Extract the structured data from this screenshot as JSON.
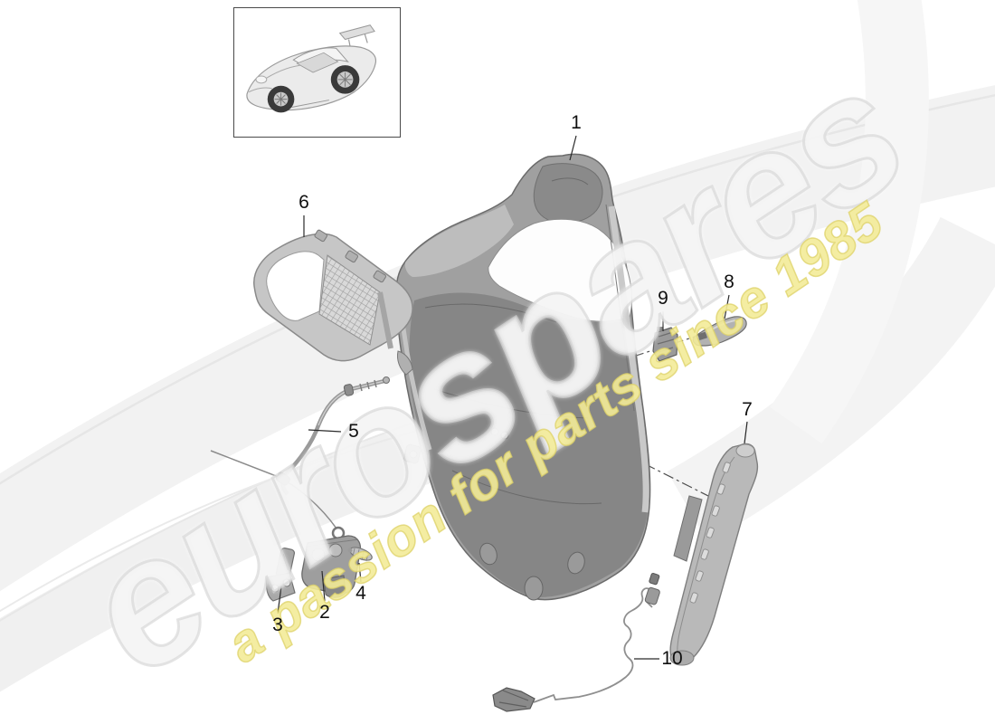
{
  "watermark": {
    "brand_text": "eurospares",
    "tagline_text": "a passion for parts since 1985",
    "brand_color": "#ebebeb",
    "tagline_color": "#f0e896"
  },
  "thumbnail": {
    "icon": "porsche-911-car-icon"
  },
  "diagram": {
    "description_colors": {
      "part_gray": "#9f9f9f",
      "line_black": "#2a2a2a"
    }
  },
  "callouts": [
    {
      "number": "1"
    },
    {
      "number": "2"
    },
    {
      "number": "3"
    },
    {
      "number": "4"
    },
    {
      "number": "5"
    },
    {
      "number": "6"
    },
    {
      "number": "7"
    },
    {
      "number": "8"
    },
    {
      "number": "9"
    },
    {
      "number": "10"
    }
  ]
}
